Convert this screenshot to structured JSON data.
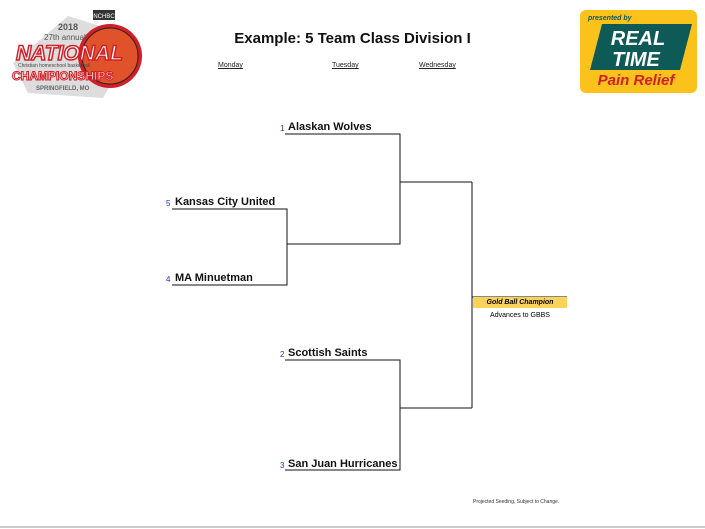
{
  "title": "Example: 5 Team Class Division I",
  "days": [
    "Monday",
    "Tuesday",
    "Wednesday"
  ],
  "teams": [
    {
      "seed": "1",
      "name": "Alaskan Wolves"
    },
    {
      "seed": "5",
      "name": "Kansas City United"
    },
    {
      "seed": "4",
      "name": "MA Minuetman"
    },
    {
      "seed": "2",
      "name": "Scottish Saints"
    },
    {
      "seed": "3",
      "name": "San Juan Hurricanes"
    }
  ],
  "champion": {
    "label": "Gold Ball Champion",
    "note": "Advances to GBBS"
  },
  "footer_note": "Projected Seeding, Subject to Change.",
  "logo": {
    "year": "2018",
    "edition": "27th annual",
    "line1": "NATIONAL",
    "line2": "Christian homeschool basketball",
    "line3": "CHAMPIONSHIPS",
    "location": "SPRINGFIELD, MO",
    "badge": "NCHBC"
  },
  "sponsor": {
    "presented": "presented by",
    "line1": "REAL",
    "line2": "TIME",
    "line3": "Pain Relief"
  },
  "colors": {
    "champion_fill": "#fcd35a",
    "seed": "#2233cc",
    "sponsor_bg": "#fbc21b",
    "sponsor_green": "#0e5a57",
    "logo_red": "#d01f27"
  }
}
